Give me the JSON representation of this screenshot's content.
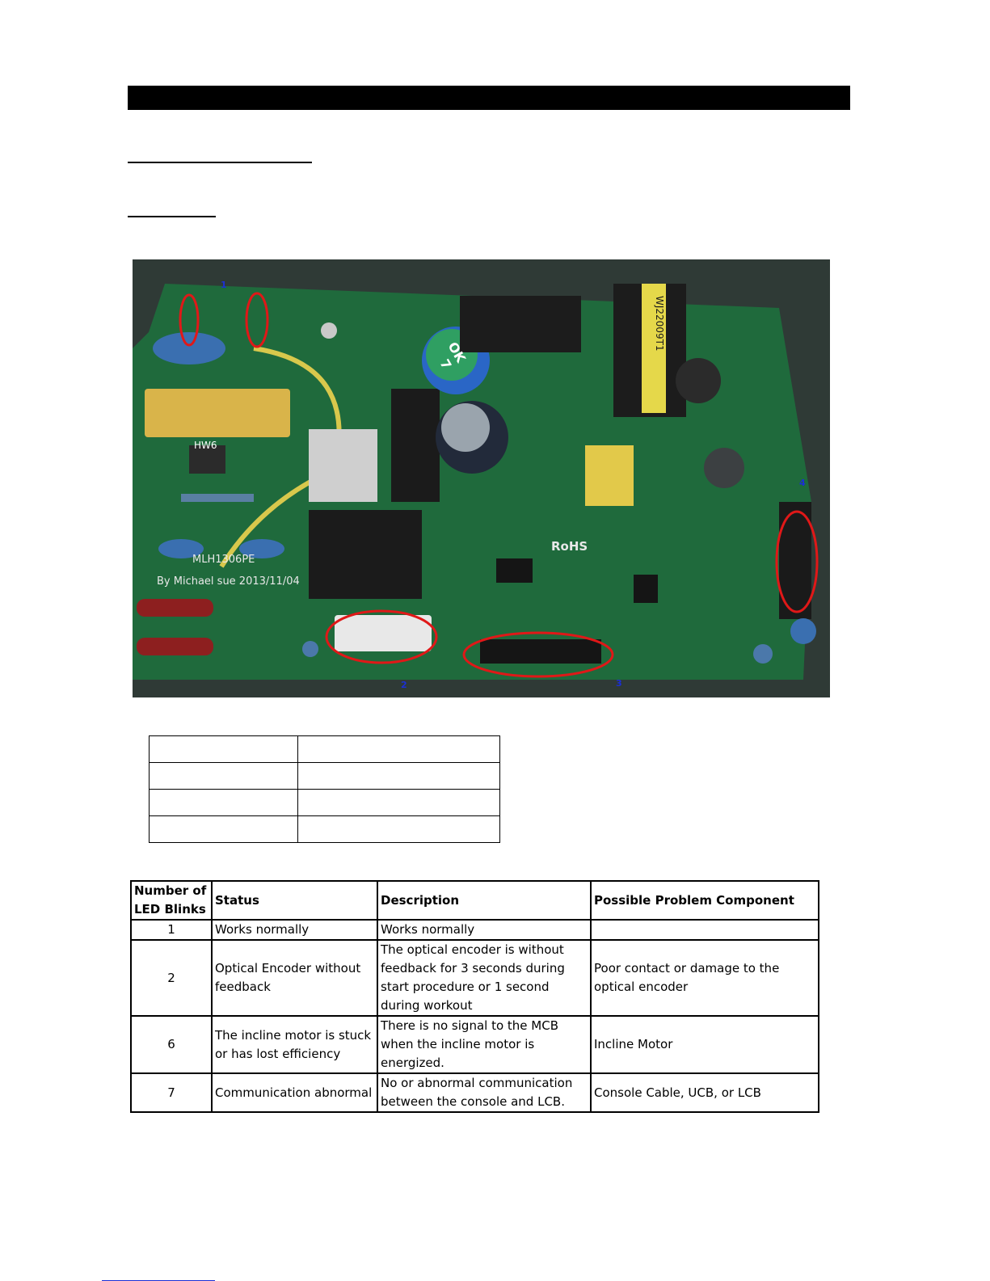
{
  "photo": {
    "alt": "Lower control board (LCB) photograph",
    "pcb_texts": {
      "model": "MLH1306PE",
      "author": "By Michael sue 2013/11/04",
      "rohs": "RoHS",
      "cap_label_line1": "OK",
      "cap_label_line2": "7",
      "transformer": "WJ22009T1",
      "choke": "HW6"
    },
    "markers": [
      "1",
      "2",
      "3",
      "4"
    ],
    "colors": {
      "board": "#1f6a3c",
      "marker": "#e01818",
      "label": "#1b2fd6"
    }
  },
  "blink_table": {
    "headers": [
      "Number of LED Blinks",
      "Status",
      "Description",
      "Possible Problem Component"
    ],
    "rows": [
      {
        "blinks": "1",
        "status": "Works normally",
        "description": "Works normally",
        "component": ""
      },
      {
        "blinks": "2",
        "status": "Optical Encoder without feedback",
        "description": "The optical encoder is without feedback for 3 seconds during start procedure or 1 second during workout",
        "component": "Poor contact or damage to the optical encoder"
      },
      {
        "blinks": "6",
        "status": "The incline motor is stuck or has lost efficiency",
        "description": "There is no signal to the MCB when the incline motor is energized.",
        "component": "Incline Motor"
      },
      {
        "blinks": "7",
        "status": "Communication abnormal",
        "description": "No or abnormal communication between the console and LCB.",
        "component": "Console Cable, UCB, or LCB"
      }
    ]
  }
}
